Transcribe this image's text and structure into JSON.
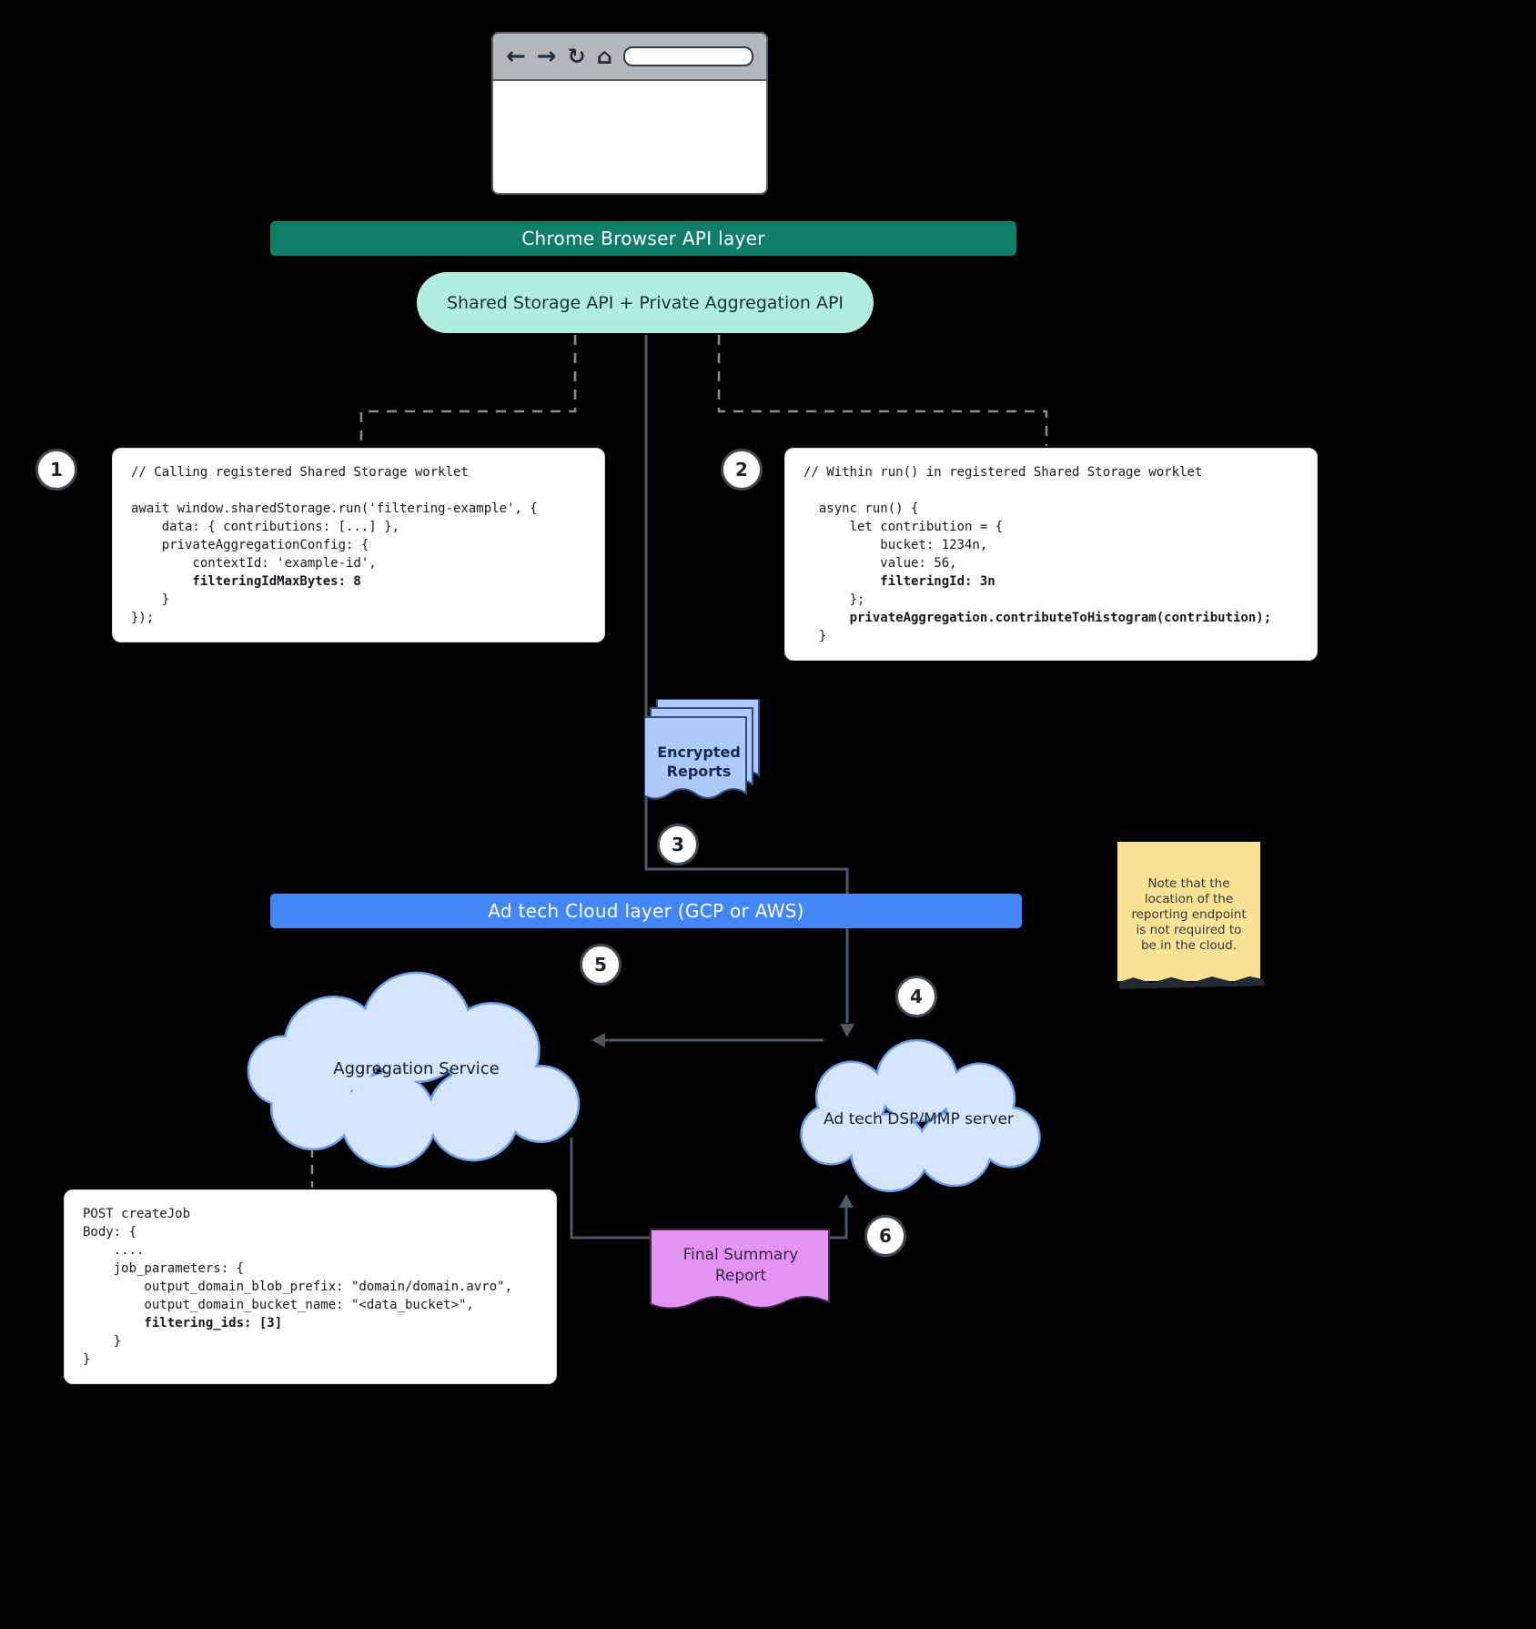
{
  "browser_window": {
    "url_value": ""
  },
  "banners": {
    "chrome_layer": "Chrome Browser API layer",
    "api_pill": "Shared Storage API + Private Aggregation API",
    "cloud_layer": "Ad tech Cloud layer (GCP or AWS)"
  },
  "steps": [
    "1",
    "2",
    "3",
    "4",
    "5",
    "6"
  ],
  "code_blocks": {
    "worklet_call": [
      {
        "t": "// Calling registered Shared Storage worklet"
      },
      {
        "t": ""
      },
      {
        "t": "await window.sharedStorage.run('filtering-example', {"
      },
      {
        "t": "    data: { contributions: [...] },"
      },
      {
        "t": "    privateAggregationConfig: {"
      },
      {
        "t": "        contextId: 'example-id',"
      },
      {
        "t": "        filteringIdMaxBytes: 8",
        "b": true
      },
      {
        "t": "    }"
      },
      {
        "t": "});"
      }
    ],
    "worklet_run": [
      {
        "t": "// Within run() in registered Shared Storage worklet"
      },
      {
        "t": ""
      },
      {
        "t": "  async run() {"
      },
      {
        "t": "      let contribution = {"
      },
      {
        "t": "          bucket: 1234n,"
      },
      {
        "t": "          value: 56,"
      },
      {
        "t": "          filteringId: 3n",
        "b": true
      },
      {
        "t": "      };"
      },
      {
        "t": "      privateAggregation.contributeToHistogram(contribution);",
        "b": true
      },
      {
        "t": "  }"
      }
    ],
    "create_job": [
      {
        "t": "POST createJob"
      },
      {
        "t": "Body: {"
      },
      {
        "t": "    ...."
      },
      {
        "t": "    job_parameters: {"
      },
      {
        "t": "        output_domain_blob_prefix: \"domain/domain.avro\","
      },
      {
        "t": "        output_domain_bucket_name: \"<data_bucket>\","
      },
      {
        "t": "        filtering_ids: [3]",
        "b": true
      },
      {
        "t": "    }"
      },
      {
        "t": "}"
      }
    ]
  },
  "nodes": {
    "encrypted_reports": "Encrypted Reports",
    "aggregation_service": "Aggregation Service",
    "dsp_server": "Ad tech DSP/MMP server",
    "final_summary_report": "Final Summary Report"
  },
  "note": "Note that the location of the reporting endpoint is not required to be in the cloud.",
  "colors": {
    "teal": "#0e7d6a",
    "mint": "#b0eedd",
    "blue": "#4287f5",
    "cloud_fill": "#d5e5fd",
    "cloud_stroke": "#6d9eeb",
    "doc_blue": "#adc9fb",
    "doc_purple": "#e495f4",
    "note_yellow": "#fae294",
    "line": "#4e5864"
  }
}
